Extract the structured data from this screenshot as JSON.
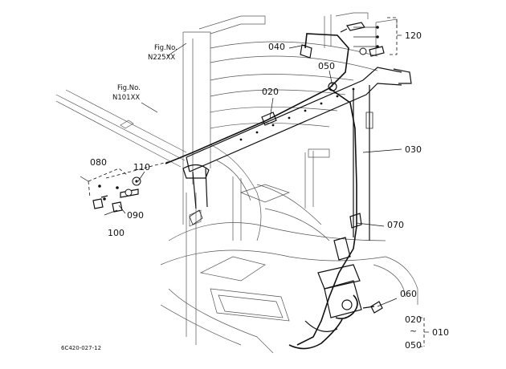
{
  "diagram_code": "6C420-027-12",
  "fig_refs": [
    {
      "title": "Fig.No.",
      "code": "N225XX"
    },
    {
      "title": "Fig.No.",
      "code": "N101XX"
    }
  ],
  "parts": {
    "p010": "010",
    "p020": "020",
    "p030": "030",
    "p040": "040",
    "p050": "050",
    "p060": "060",
    "p070": "070",
    "p080": "080",
    "p090": "090",
    "p100": "100",
    "p110": "110",
    "p120": "120"
  },
  "range": {
    "from": "020",
    "tilde": "~",
    "to": "050",
    "group": "010"
  }
}
